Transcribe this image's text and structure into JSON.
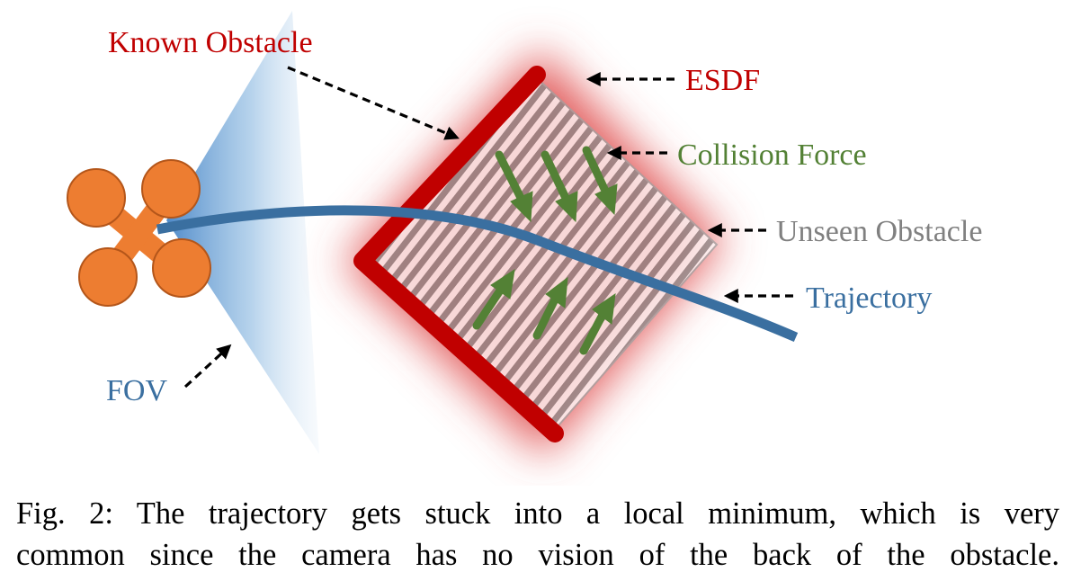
{
  "labels": {
    "known_obstacle": "Known Obstacle",
    "esdf": "ESDF",
    "collision_force": "Collision Force",
    "unseen_obstacle": "Unseen Obstacle",
    "trajectory": "Trajectory",
    "fov": "FOV"
  },
  "caption": {
    "line1": "Fig. 2: The trajectory gets stuck into a local minimum, which is very",
    "line2": "common since the camera has no vision of the back of the obstacle."
  },
  "colors": {
    "obstacle_red": "#c00000",
    "esdf_glow": "#e05050",
    "force_green": "#538135",
    "trajectory_blue": "#3a6fa0",
    "fov_blue": "#4a86c8",
    "unseen_gray": "#808080",
    "drone_orange": "#ed7d31",
    "drone_outline": "#b4561a"
  },
  "icons": {
    "drone": "quadrotor-icon"
  }
}
